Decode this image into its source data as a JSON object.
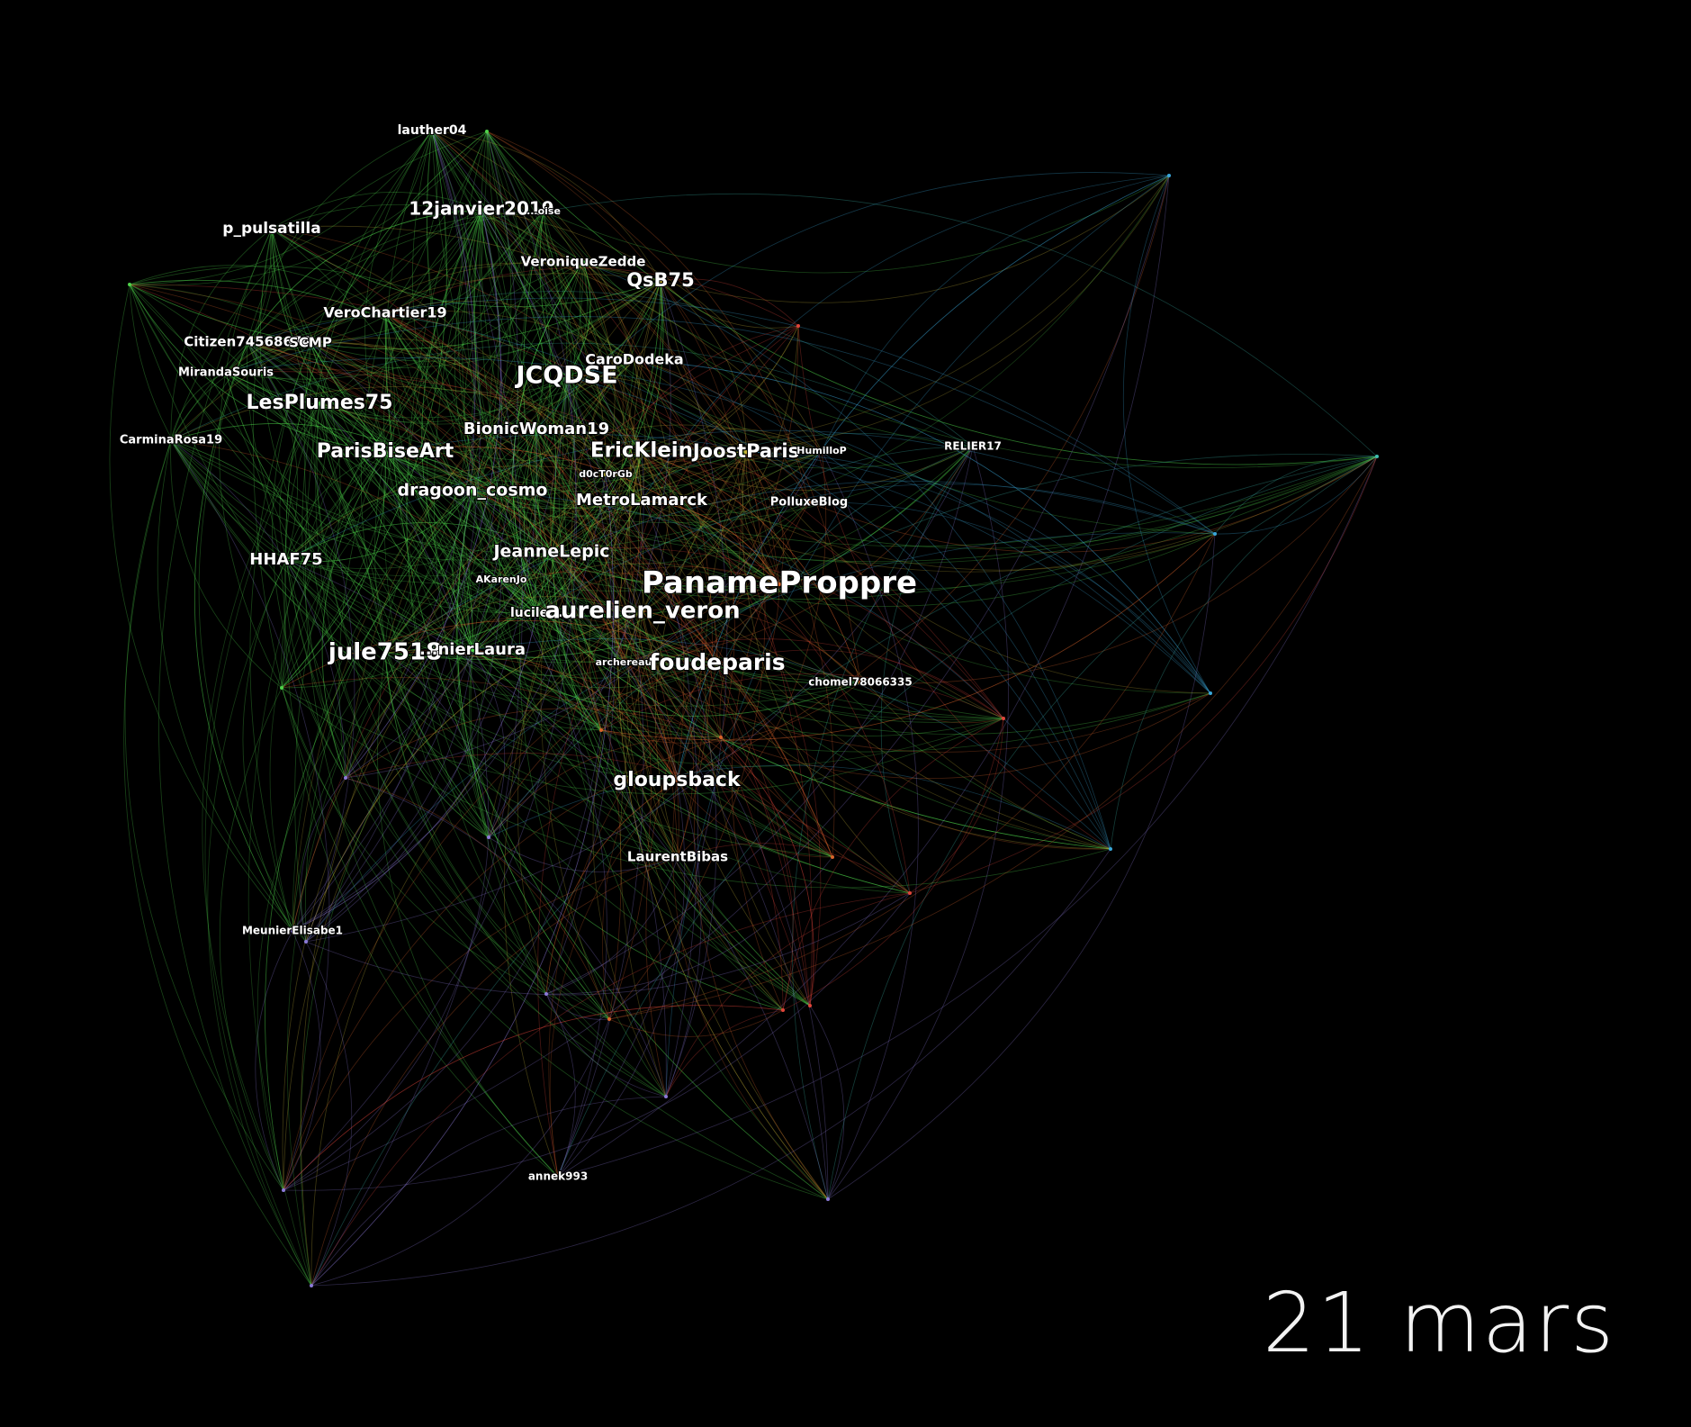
{
  "date_label": "21 mars",
  "colors": {
    "background": "#000000",
    "green": "#4fd24a",
    "yellow": "#c7b437",
    "orange": "#d9642a",
    "red": "#e0453a",
    "teal": "#3fbfb0",
    "blue": "#3aa7d9",
    "purple": "#8b7ad8"
  },
  "nodes": [
    {
      "id": "lauther04",
      "label": "lauther04",
      "size": 14,
      "group": "green"
    },
    {
      "id": "12janvier2019",
      "label": "12janvier2019",
      "size": 20,
      "group": "green"
    },
    {
      "id": "francoise",
      "label": "...oise",
      "size": 11,
      "group": "green"
    },
    {
      "id": "p_pulsatilla",
      "label": "p_pulsatilla",
      "size": 17,
      "group": "green"
    },
    {
      "id": "VeroniqueZedde",
      "label": "VeroniqueZedde",
      "size": 15,
      "group": "green"
    },
    {
      "id": "QsB75",
      "label": "QsB75",
      "size": 21,
      "group": "yellow"
    },
    {
      "id": "VeroChartier19",
      "label": "VeroChartier19",
      "size": 16,
      "group": "green"
    },
    {
      "id": "Citizen74568674",
      "label": "Citizen74568674",
      "size": 15,
      "group": "green"
    },
    {
      "id": "SCMP",
      "label": "SCMP",
      "size": 15,
      "group": "green"
    },
    {
      "id": "MirandaSouris",
      "label": "MirandaSouris",
      "size": 13,
      "group": "green"
    },
    {
      "id": "CaroDodeka",
      "label": "CaroDodeka",
      "size": 16,
      "group": "yellow"
    },
    {
      "id": "JCQDSE",
      "label": "JCQDSE",
      "size": 27,
      "group": "green"
    },
    {
      "id": "LesPlumes75",
      "label": "LesPlumes75",
      "size": 22,
      "group": "green"
    },
    {
      "id": "BionicWoman19",
      "label": "BionicWoman19",
      "size": 18,
      "group": "green"
    },
    {
      "id": "CarminaRosa19",
      "label": "CarminaRosa19",
      "size": 13,
      "group": "green"
    },
    {
      "id": "ParisBiseArt",
      "label": "ParisBiseArt",
      "size": 22,
      "group": "green"
    },
    {
      "id": "EricKlein",
      "label": "EricKlein",
      "size": 23,
      "group": "yellow"
    },
    {
      "id": "JoostParis",
      "label": "JoostParis",
      "size": 21,
      "group": "yellow"
    },
    {
      "id": "HumilloP",
      "label": "HumilloP",
      "size": 11,
      "group": "yellow"
    },
    {
      "id": "RELIER17",
      "label": "RELIER17",
      "size": 12,
      "group": "teal"
    },
    {
      "id": "d0cT0rGb",
      "label": "d0cT0rGb",
      "size": 11,
      "group": "yellow"
    },
    {
      "id": "dragoon_cosmo",
      "label": "dragoon_cosmo",
      "size": 19,
      "group": "green"
    },
    {
      "id": "MetroLamarck",
      "label": "MetroLamarck",
      "size": 18,
      "group": "yellow"
    },
    {
      "id": "PolluxeBlog",
      "label": "PolluxeBlog",
      "size": 13,
      "group": "orange"
    },
    {
      "id": "HHAF75",
      "label": "HHAF75",
      "size": 18,
      "group": "green"
    },
    {
      "id": "JeanneLepic",
      "label": "JeanneLepic",
      "size": 19,
      "group": "green"
    },
    {
      "id": "PanameProppre",
      "label": "PanameProppre",
      "size": 34,
      "group": "orange"
    },
    {
      "id": "AKarenJo",
      "label": "AKarenJo",
      "size": 11,
      "group": "green"
    },
    {
      "id": "lucile",
      "label": "lucile...",
      "size": 14,
      "group": "green"
    },
    {
      "id": "aurelien_veron",
      "label": "aurelien_veron",
      "size": 26,
      "group": "yellow"
    },
    {
      "id": "jule7518",
      "label": "jule7518",
      "size": 26,
      "group": "green"
    },
    {
      "id": "MeunierLaura",
      "label": "...nierLaura",
      "size": 18,
      "group": "green"
    },
    {
      "id": "archereau",
      "label": "archereau",
      "size": 11,
      "group": "orange"
    },
    {
      "id": "foudeparis",
      "label": "foudeparis",
      "size": 25,
      "group": "orange"
    },
    {
      "id": "chomel78066335",
      "label": "chomel78066335",
      "size": 12,
      "group": "orange"
    },
    {
      "id": "gloupsback",
      "label": "gloupsback",
      "size": 22,
      "group": "orange"
    },
    {
      "id": "LaurentBibas",
      "label": "LaurentBibas",
      "size": 15,
      "group": "orange"
    },
    {
      "id": "MeunierElisabe1",
      "label": "MeunierElisabe1",
      "size": 12,
      "group": "purple"
    },
    {
      "id": "annek993",
      "label": "annek993",
      "size": 12,
      "group": "purple"
    }
  ]
}
